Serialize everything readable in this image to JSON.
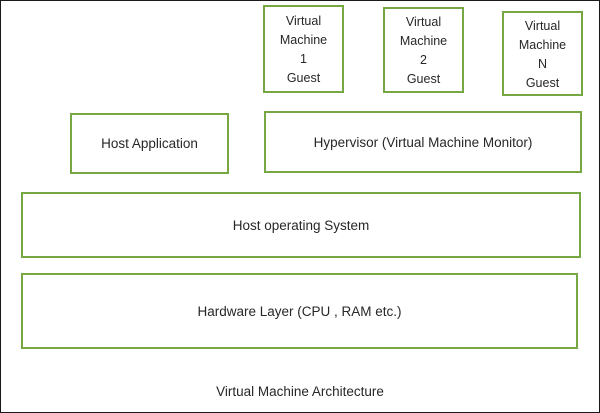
{
  "diagram": {
    "caption": "Virtual Machine Architecture",
    "colors": {
      "box_border": "#76a743",
      "frame_border": "#1a1a1a",
      "text": "#272727",
      "background": "#ffffff"
    },
    "guests": [
      {
        "name": "virtual-machine-1",
        "lines": [
          "Virtual",
          "Machine",
          "1",
          "Guest"
        ],
        "line1": "Virtual",
        "line2": "Machine",
        "line3": "1",
        "line4": "Guest"
      },
      {
        "name": "virtual-machine-2",
        "lines": [
          "Virtual",
          "Machine",
          "2",
          "Guest"
        ],
        "line1": "Virtual",
        "line2": "Machine",
        "line3": "2",
        "line4": "Guest"
      },
      {
        "name": "virtual-machine-n",
        "lines": [
          "Virtual",
          "Machine",
          "N",
          "Guest"
        ],
        "line1": "Virtual",
        "line2": "Machine",
        "line3": "N",
        "line4": "Guest"
      }
    ],
    "layers": {
      "host_application": "Host Application",
      "hypervisor": "Hypervisor (Virtual Machine Monitor)",
      "host_operating_system": "Host operating System",
      "hardware_layer": "Hardware Layer (CPU , RAM etc.)"
    }
  }
}
